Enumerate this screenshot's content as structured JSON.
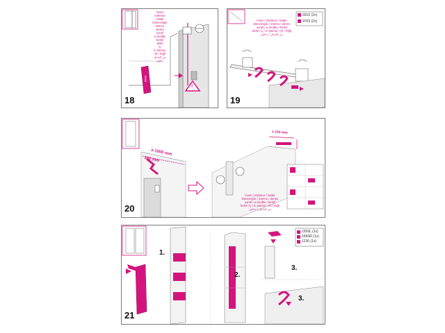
{
  "panels": [
    {
      "number": "18"
    },
    {
      "number": "19"
    },
    {
      "number": "20"
    },
    {
      "number": "21"
    }
  ],
  "panel18": {
    "inside_text": "innen\nintérieur\ninside\nbinnenzijde\ninterno\ndentro\nuvnitř\nw środku\nbelső\nbelül\nİç\nİn interior\n内 / 内部\nمن الداخل\nداخلي",
    "part_label": "8588",
    "warning_symbol": "!"
  },
  "panel19": {
    "parts": [
      "6510 (2x)",
      "9703 (2x)"
    ],
    "inside_text": "innen / intérieur / inside\nbinnenzijde / interno / dentro\nuvnitř / w środku / belső\nbelül / İç / İn interior / 内 / 内部\nمن الداخل / داخلي"
  },
  "panel20": {
    "dim_1000": "≥ 1000 mm",
    "dim_300": "300 mm",
    "dim_150": "≥ 150 mm",
    "inside_text": "innen / intérieur / inside\nbinnenzijde / interno / dentro\nuvnitř / w środku / belső\nbelül / İç / İn interior / 内 / 内部\nمن الداخل / داخلي"
  },
  "panel21": {
    "parts": [
      "1656L (1x)",
      "1656R (1x)",
      "1230 (1x)"
    ],
    "steps": [
      "1.",
      "2.",
      "3.",
      "3."
    ]
  },
  "colors": {
    "accent": "#d4147e",
    "line": "#555555",
    "panel_border": "#7a7a7a"
  },
  "icons": [
    "door-icon",
    "warning-triangle-icon",
    "arrow-icon",
    "bracket-icon",
    "profile-part-icon"
  ]
}
